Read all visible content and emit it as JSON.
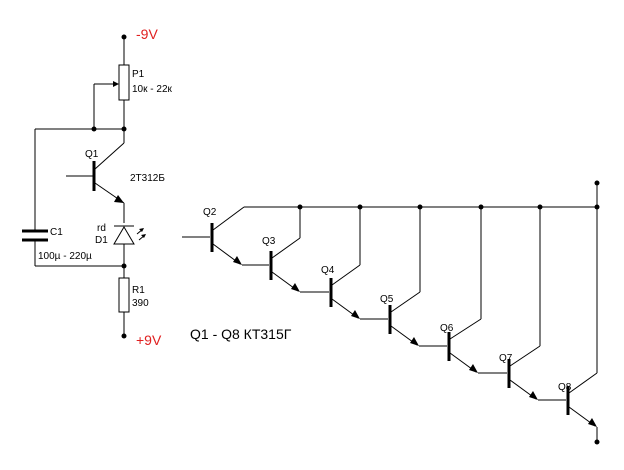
{
  "diagram": {
    "supply_negative": "-9V",
    "supply_positive": "+9V",
    "parts_note": "Q1 - Q8  КТ315Г",
    "colors": {
      "supply_label": "#e02020",
      "wire": "#000000"
    }
  },
  "components": {
    "P1": {
      "ref": "P1",
      "value": "10к - 22к"
    },
    "Q1": {
      "ref": "Q1",
      "type": "2Т312Б"
    },
    "D1": {
      "ref": "D1",
      "color": "rd"
    },
    "C1": {
      "ref": "C1",
      "value": "100µ - 220µ"
    },
    "R1": {
      "ref": "R1",
      "value": "390"
    },
    "Q2": {
      "ref": "Q2"
    },
    "Q3": {
      "ref": "Q3"
    },
    "Q4": {
      "ref": "Q4"
    },
    "Q5": {
      "ref": "Q5"
    },
    "Q6": {
      "ref": "Q6"
    },
    "Q7": {
      "ref": "Q7"
    },
    "Q8": {
      "ref": "Q8"
    }
  }
}
